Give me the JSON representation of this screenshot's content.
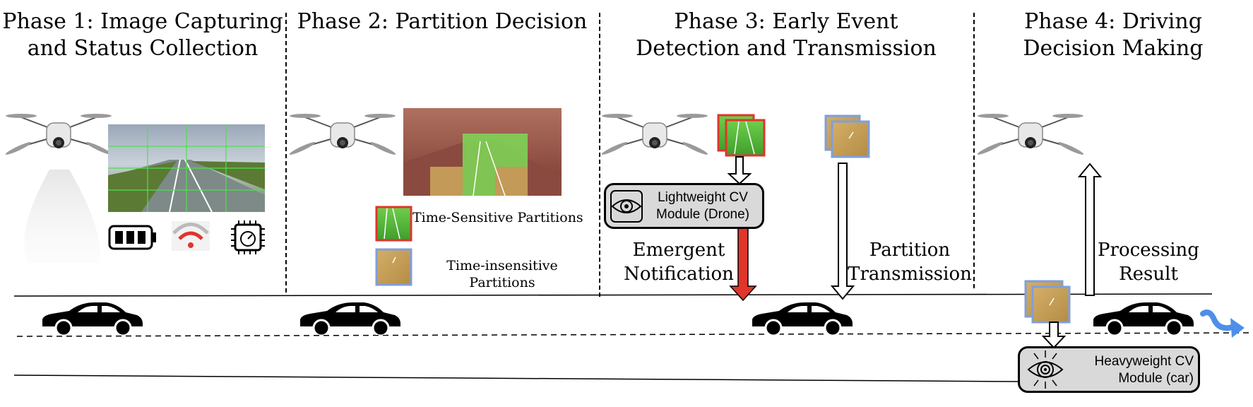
{
  "phases": [
    {
      "title_line1": "Phase 1: Image Capturing",
      "title_line2": "and Status Collection"
    },
    {
      "title_line1": "Phase 2: Partition Decision",
      "title_line2": ""
    },
    {
      "title_line1": "Phase 3: Early Event",
      "title_line2": "Detection and Transmission"
    },
    {
      "title_line1": "Phase 4: Driving",
      "title_line2": "Decision Making"
    }
  ],
  "legend": {
    "time_sensitive": "Time-Sensitive Partitions",
    "time_insensitive_line1": "Time-insensitive",
    "time_insensitive_line2": "Partitions"
  },
  "modules": {
    "drone_line1": "Lightweight CV",
    "drone_line2": "Module (Drone)",
    "car_line1": "Heavyweight CV",
    "car_line2": "Module (car)"
  },
  "labels": {
    "emergent_line1": "Emergent",
    "emergent_line2": "Notification",
    "partition_line1": "Partition",
    "partition_line2": "Transmission",
    "processing_line1": "Processing",
    "processing_line2": "Result"
  },
  "colors": {
    "time_sensitive_border": "#e0352b",
    "time_insensitive_border": "#7f9fdc",
    "notification_arrow": "#e0352b",
    "green_partition": "#7ed957",
    "gold_partition": "#c9a35a",
    "flow_arrow": "#4d8fe8",
    "module_fill": "#d9d9d9"
  },
  "icons": [
    "drone-icon",
    "battery-icon",
    "wifi-icon",
    "cpu-chip-icon",
    "gear-eye-icon",
    "circuit-eye-icon",
    "car-icon"
  ]
}
